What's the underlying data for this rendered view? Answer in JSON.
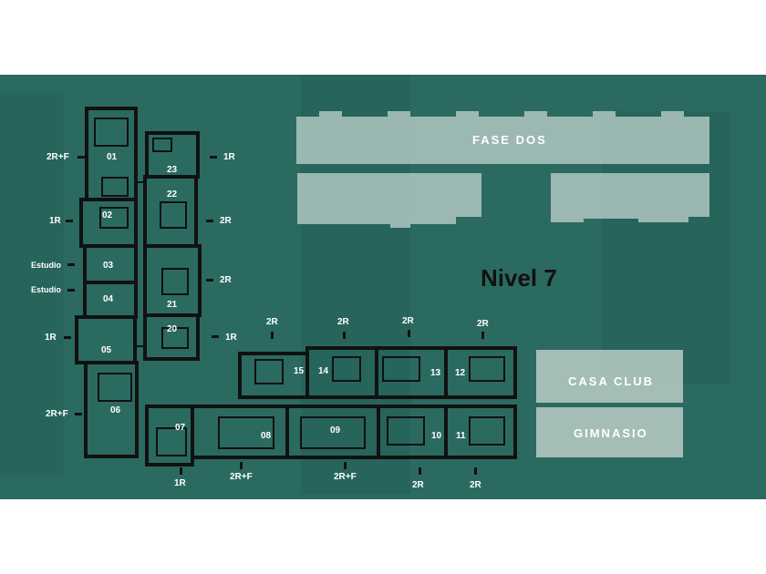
{
  "level_title": "Nivel 7",
  "blocks": {
    "fase_dos": "FASE DOS",
    "casa_club": "CASA CLUB",
    "gimnasio": "GIMNASIO"
  },
  "units": [
    {
      "id": "01",
      "type": "2R+F"
    },
    {
      "id": "02",
      "type": "1R"
    },
    {
      "id": "03",
      "type": "Estudio"
    },
    {
      "id": "04",
      "type": "Estudio"
    },
    {
      "id": "05",
      "type": "1R"
    },
    {
      "id": "06",
      "type": "2R+F"
    },
    {
      "id": "07",
      "type": "1R"
    },
    {
      "id": "08",
      "type": "2R+F"
    },
    {
      "id": "09",
      "type": "2R+F"
    },
    {
      "id": "10",
      "type": "2R"
    },
    {
      "id": "11",
      "type": "2R"
    },
    {
      "id": "12",
      "type": "2R"
    },
    {
      "id": "13",
      "type": "2R"
    },
    {
      "id": "14",
      "type": "2R"
    },
    {
      "id": "15",
      "type": "2R"
    },
    {
      "id": "20",
      "type": "1R"
    },
    {
      "id": "21",
      "type": "2R"
    },
    {
      "id": "22",
      "type": "2R"
    },
    {
      "id": "23",
      "type": "1R"
    }
  ],
  "colors": {
    "background": "#2b6a60",
    "walls": "#111111",
    "blocks": "#c8d6d0",
    "labels": "#ffffff"
  }
}
